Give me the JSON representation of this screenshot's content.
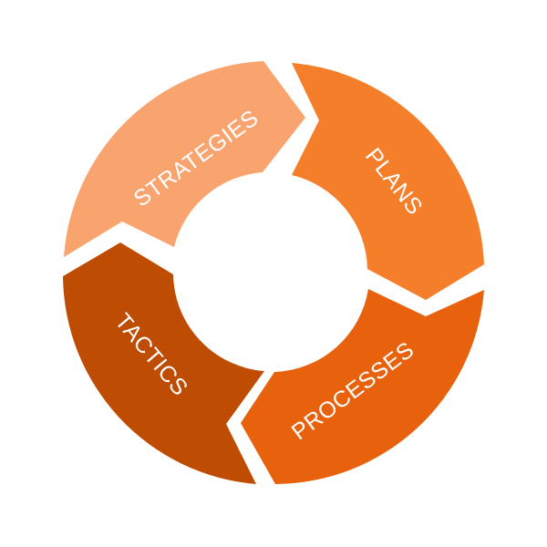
{
  "diagram": {
    "type": "cycle",
    "direction": "clockwise",
    "segments": [
      {
        "id": "strategies",
        "label": "STRATEGIES",
        "color": "#F9A46F"
      },
      {
        "id": "plans",
        "label": "PLANS",
        "color": "#F47E2A"
      },
      {
        "id": "processes",
        "label": "PROCESSES",
        "color": "#E8610C"
      },
      {
        "id": "tactics",
        "label": "TACTICS",
        "color": "#BF4C03"
      }
    ]
  }
}
